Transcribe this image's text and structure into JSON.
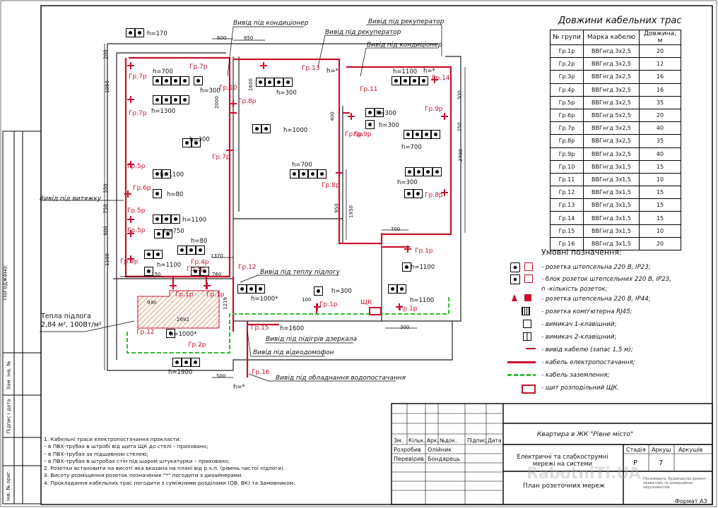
{
  "table_title": "Довжини кабельних трас",
  "table_headers": [
    "№ групи",
    "Марка кабелю",
    "Довжина, м"
  ],
  "table_rows": [
    [
      "Гр.1р",
      "ВВГнгд 3х2,5",
      "20"
    ],
    [
      "Гр.2р",
      "ВВГнгд 3х2,5",
      "12"
    ],
    [
      "Гр.3р",
      "ВВГнгд 3х2,5",
      "16"
    ],
    [
      "Гр.4р",
      "ВВГнгд 3х2,5",
      "16"
    ],
    [
      "Гр.5р",
      "ВВГнгд 3х2,5",
      "35"
    ],
    [
      "Гр.6р",
      "ВВГнгд 5х2,5",
      "20"
    ],
    [
      "Гр.7р",
      "ВВГнгд 3х2,5",
      "40"
    ],
    [
      "Гр.8р",
      "ВВГнгд 3х2,5",
      "35"
    ],
    [
      "Гр.9р",
      "ВВГнгд 3х2,5",
      "40"
    ],
    [
      "Гр.10",
      "ВВГнгд 3х1,5",
      "15"
    ],
    [
      "Гр.11",
      "ВВГнгд 3х1,5",
      "10"
    ],
    [
      "Гр.12",
      "ВВГнгд 3х1,5",
      "15"
    ],
    [
      "Гр.13",
      "ВВГнгд 3х1,5",
      "15"
    ],
    [
      "Гр.14",
      "ВВГнгд 3х1,5",
      "15"
    ],
    [
      "Гр.15",
      "ВВГнгд 3х1,5",
      "10"
    ],
    [
      "Гр.16",
      "ВВГнгд 3х1,5",
      "20"
    ]
  ],
  "legend_title": "Умовні позначення:",
  "legend": [
    "- розетка штепсельна 220 В, IP23;",
    "- блок розеток штепсельних 220 В, IP23,",
    "n -кількість розеток;",
    "- розетка штепсельна 220 В, IP44;",
    "- розетка комп'ютерна RJ45;",
    "- вимикач 1-клавішний;",
    "- вимикач 2-клавішний;",
    "- вивід кабелю (запас 1,5 м);",
    "- кабель електропостачання;",
    "- кабель заземлення;",
    "- щит розподільний ЩК."
  ],
  "notes": [
    "1. Кабельні траси електропостачання прокласти:",
    "– в ПВХ-трубах в штробі від щита ЩК до стелі – приховано;",
    "– в ПВХ-трубах за підшивною стелею;",
    "– в ПВХ-трубах в штробах стін під шаром штукатурки – приховано;",
    "2. Розетки встановити на висоті яка вказана на плані від р.ч.п. (рівень чистої підлоги).",
    "3. Висоту розміщення розеток позначених \"*\" погодити з дизайнерами.",
    "4. Прокладання кабельних трас погодити з суміжними розділами (ОВ, ВК) та Замовником."
  ],
  "plan_labels": {
    "hood": "Вивід під витяжку",
    "ac1": "Вивід під кондиціонер",
    "ac2": "Вивід під кондиціонер",
    "rec1": "Вивід під рекуператор",
    "rec2": "Вивід під рекуператор",
    "floor_heat": "Вивід під теплу підлогу",
    "intercom": "Вивід під відеодомофон",
    "mirror": "Вивід під підігрів дзеркала",
    "water": "Вивід під обладнання водопостачання",
    "warm_floor_title": "Тепла підлога",
    "warm_floor_spec": "2,84 м², 100Вт/м²",
    "panel": "ЩК"
  },
  "groups": [
    "Гр.7р",
    "Гр.7р",
    "Гр.7р",
    "Гр.10",
    "Гр.8р",
    "Гр.13",
    "Гр.8р",
    "Гр.7р",
    "Гр.11",
    "Гр.14",
    "Гр.9р",
    "Гр.9р",
    "Гр.5р",
    "Гр.6р",
    "Гр.5р",
    "Гр.5р",
    "Гр.5р",
    "Гр.4р",
    "Гр.3р",
    "Гр.12",
    "Гр.1р",
    "Гр.1р",
    "Гр.1р",
    "Гр.1р",
    "Гр.1р",
    "Гр.8р",
    "Гр.9р",
    "Гр.12",
    "Гр.2р",
    "Гр.15",
    "Гр.16"
  ],
  "heights": [
    "h=170",
    "h=700",
    "h=300",
    "h=1300",
    "h=300",
    "h=300",
    "h=1000",
    "h=300",
    "h=300",
    "h=700",
    "h=1100",
    "h=700",
    "h=300",
    "h=1100",
    "h=80",
    "h=1100",
    "h=750",
    "h=80",
    "h=1100",
    "h=1100",
    "h=300",
    "h=1100",
    "h=1000*",
    "h=1000*",
    "h=1900",
    "h=1600",
    "h=*",
    "h=*",
    "h=*"
  ],
  "dims": [
    "600",
    "850",
    "200",
    "1050",
    "2000",
    "1600",
    "400",
    "950",
    "300",
    "250",
    "2700",
    "550",
    "750",
    "600",
    "1100",
    "150",
    "930",
    "2692",
    "760",
    "1370",
    "100",
    "1219",
    "500",
    "700",
    "300",
    "1950"
  ],
  "stamp": {
    "cols": [
      "Зм.",
      "Кільк.",
      "Арк.",
      "№док.",
      "Підпис",
      "Дата"
    ],
    "role1": "Розробив",
    "name1": "Олійник",
    "role2": "Перевірив",
    "name2": "Бондарець",
    "project": "Квартира в ЖК \"Рівне місто\"",
    "title": "Електричні та слабкострумні мережі на системи",
    "sheet_title": "План розеточних мереж",
    "stage_h": "Стадія",
    "sheet_h": "Аркуш",
    "sheets_h": "Аркушів",
    "stage": "Р",
    "sheet": "7",
    "sheets": "",
    "org": "Посилювати, будівництво ремонт приватних та комерційних нерухомостей",
    "watermark": "RabotniTi.UA"
  },
  "side_stamp": [
    "Погоджено:",
    "Інв. № ориг.",
    "Підпис і дата",
    "Зам. інв. №"
  ],
  "format": "Формат А3",
  "colors": {
    "cable": "#c8102e",
    "ground": "#2fbf2f",
    "hatch": "#e39a6b",
    "line": "#222"
  }
}
